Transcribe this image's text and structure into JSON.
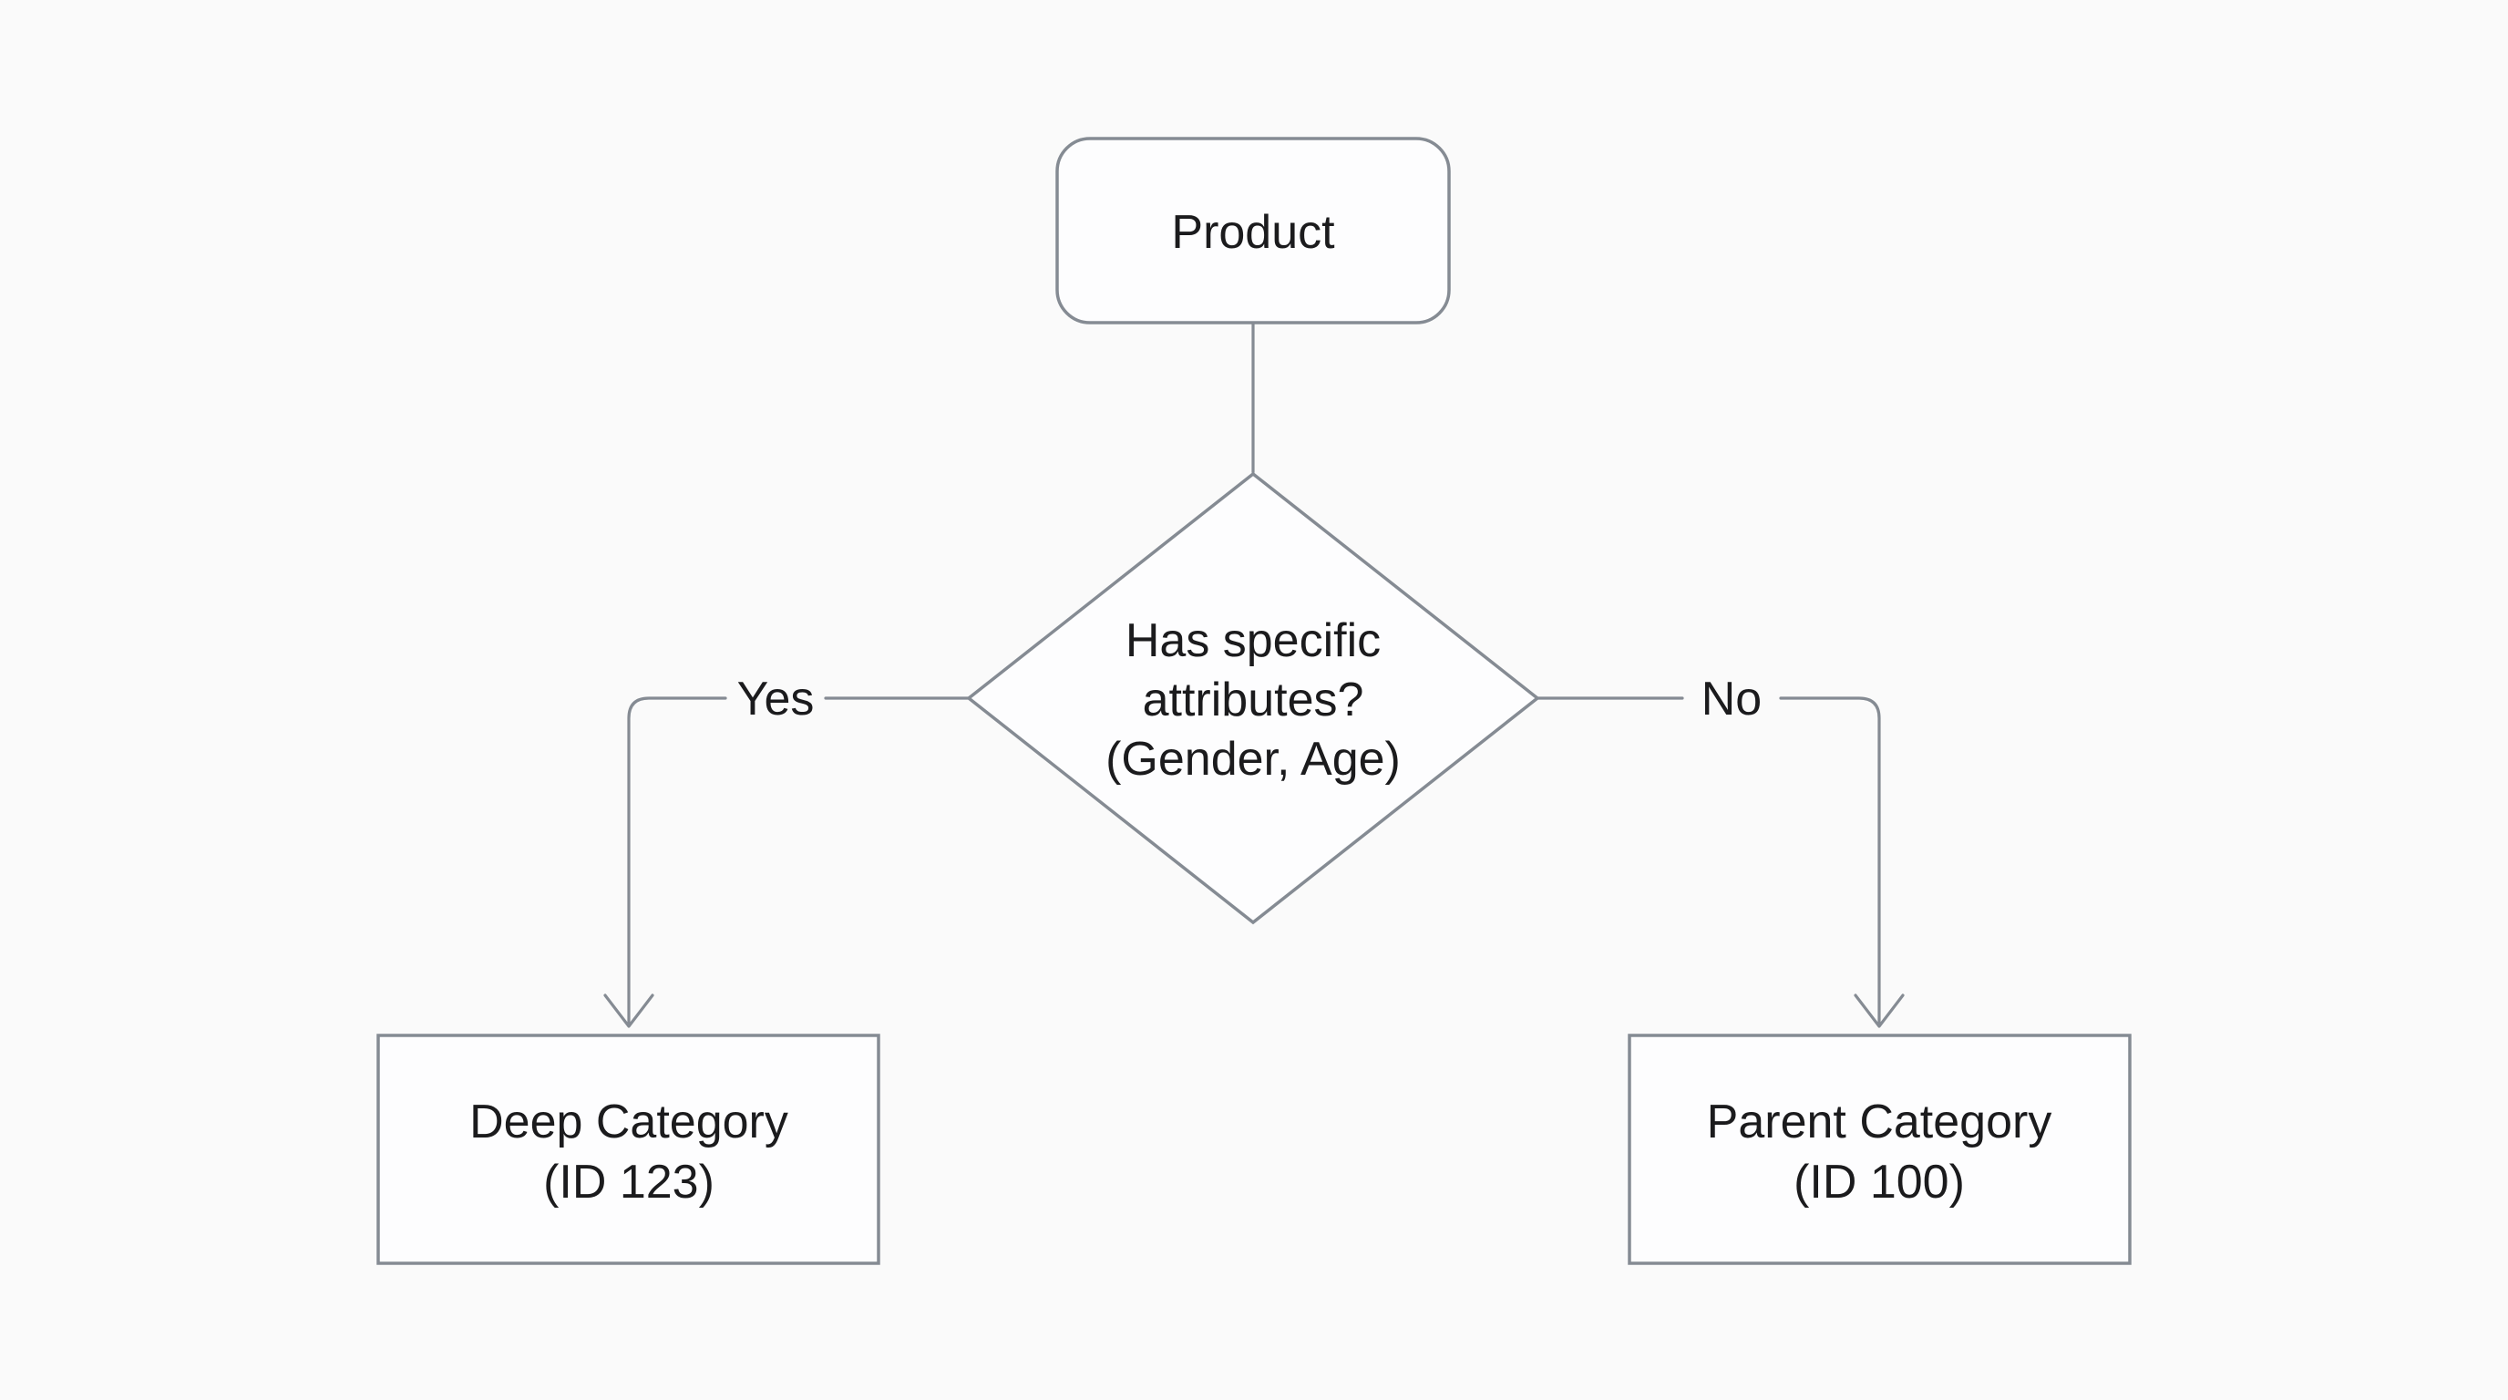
{
  "colors": {
    "background": "#fafafa",
    "line": "#858b93",
    "node_fill": "#fdfdfe",
    "text": "#1b1b1d"
  },
  "flowchart": {
    "product": {
      "label": "Product"
    },
    "decision": {
      "lines": [
        "Has specific",
        "attributes?",
        "(Gender, Age)"
      ]
    },
    "yes_branch": {
      "label": "Yes",
      "target": {
        "lines": [
          "Deep Category",
          "(ID 123)"
        ]
      }
    },
    "no_branch": {
      "label": "No",
      "target": {
        "lines": [
          "Parent Category",
          "(ID 100)"
        ]
      }
    }
  }
}
